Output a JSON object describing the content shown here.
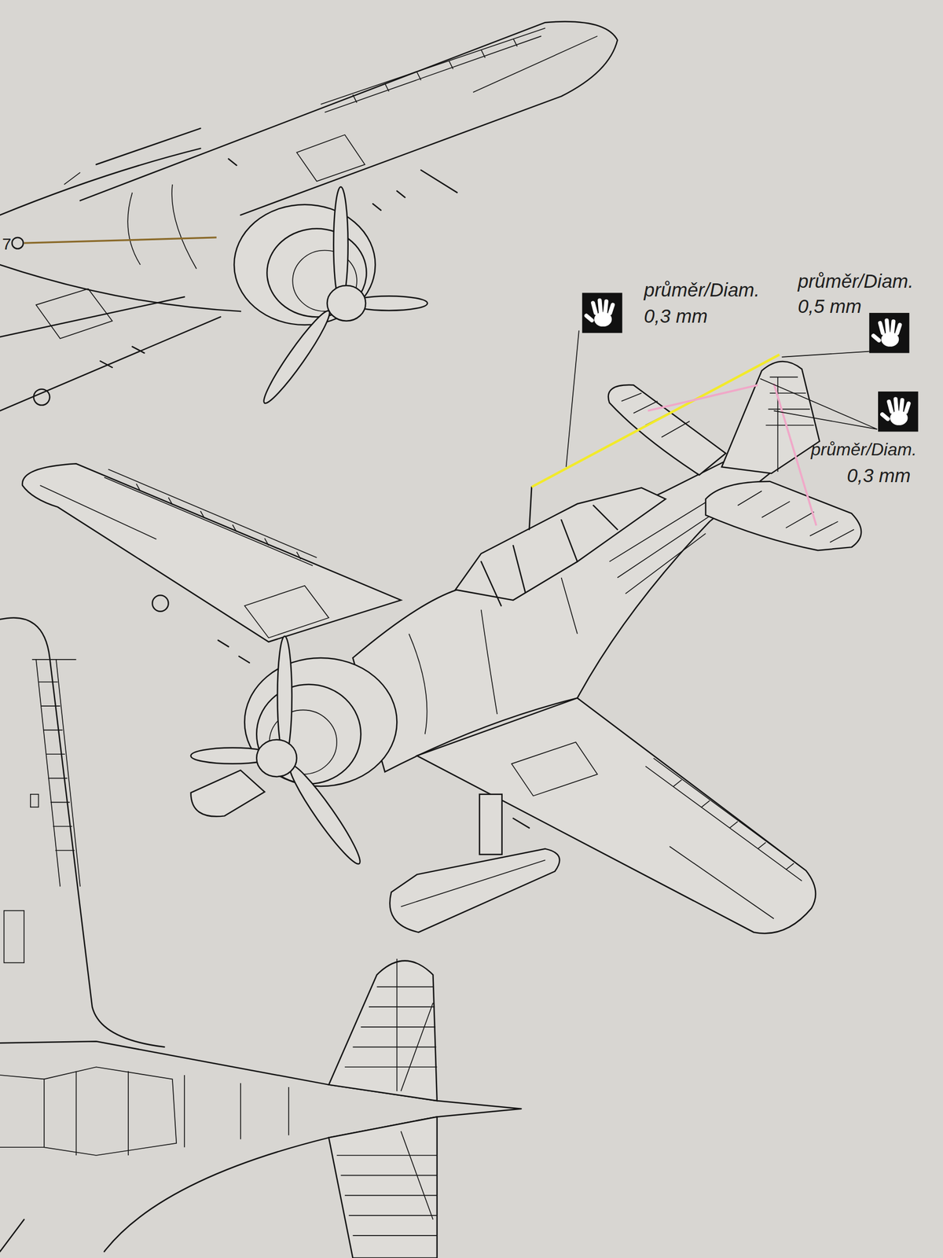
{
  "diagram": {
    "labels": [
      "7",
      "průměr/Diam.",
      "0,3 mm",
      "průměr/Diam.",
      "0,5 mm",
      "průměr/Diam.",
      "0,3 mm"
    ]
  }
}
